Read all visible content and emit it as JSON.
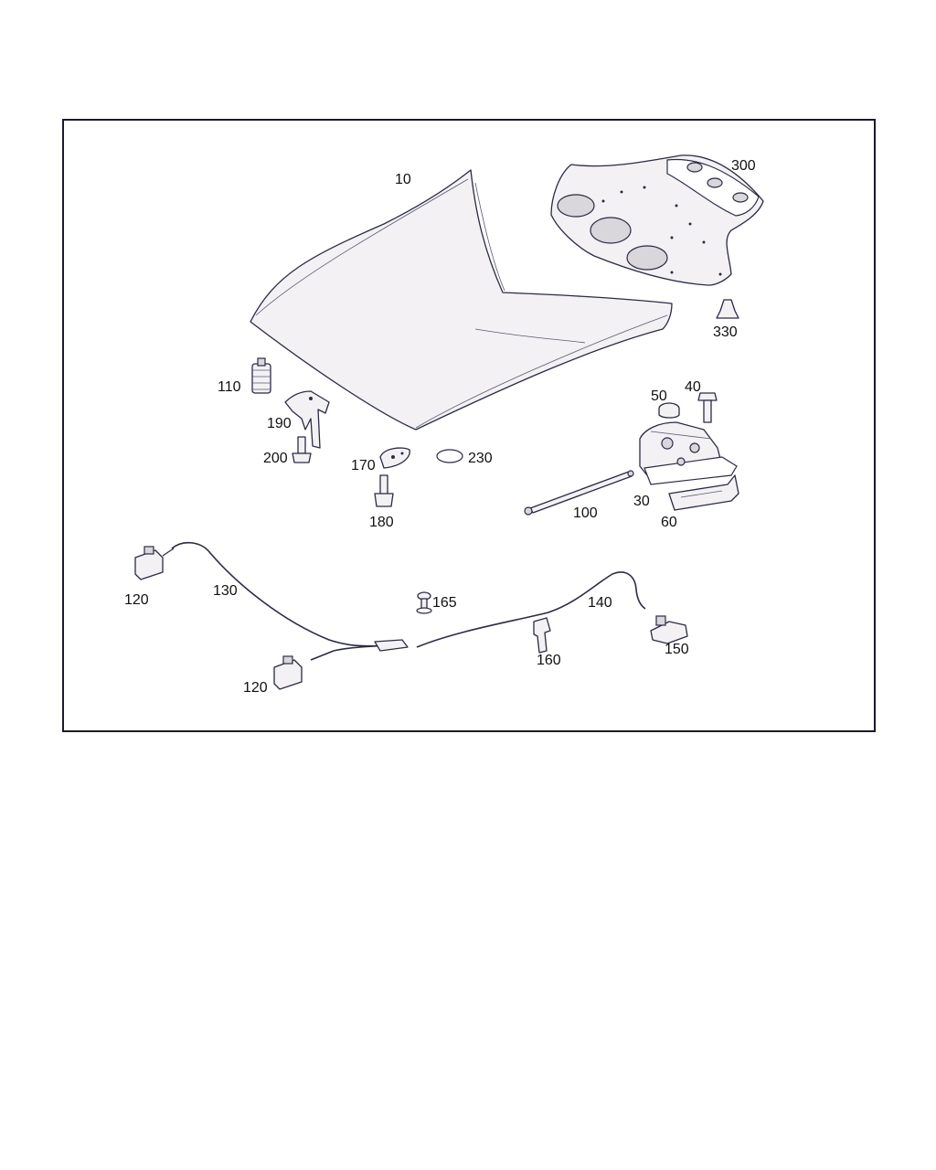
{
  "parts": [
    {
      "id": "hood",
      "label": "10"
    },
    {
      "id": "hood-insulation",
      "label": "300"
    },
    {
      "id": "clip-330",
      "label": "330"
    },
    {
      "id": "bumper-110",
      "label": "110"
    },
    {
      "id": "hinge-plate-190",
      "label": "190"
    },
    {
      "id": "bolt-200",
      "label": "200"
    },
    {
      "id": "plate-170",
      "label": "170"
    },
    {
      "id": "plug-230",
      "label": "230"
    },
    {
      "id": "stud-180",
      "label": "180"
    },
    {
      "id": "cap-50",
      "label": "50"
    },
    {
      "id": "bolt-40",
      "label": "40"
    },
    {
      "id": "lock-30",
      "label": "30"
    },
    {
      "id": "gas-strut-100",
      "label": "100"
    },
    {
      "id": "cover-60",
      "label": "60"
    },
    {
      "id": "handle-120-top",
      "label": "120"
    },
    {
      "id": "cable-130",
      "label": "130"
    },
    {
      "id": "handle-120-bottom",
      "label": "120"
    },
    {
      "id": "rivet-165",
      "label": "165"
    },
    {
      "id": "cable-140",
      "label": "140"
    },
    {
      "id": "holder-160",
      "label": "160"
    },
    {
      "id": "bracket-150",
      "label": "150"
    }
  ]
}
